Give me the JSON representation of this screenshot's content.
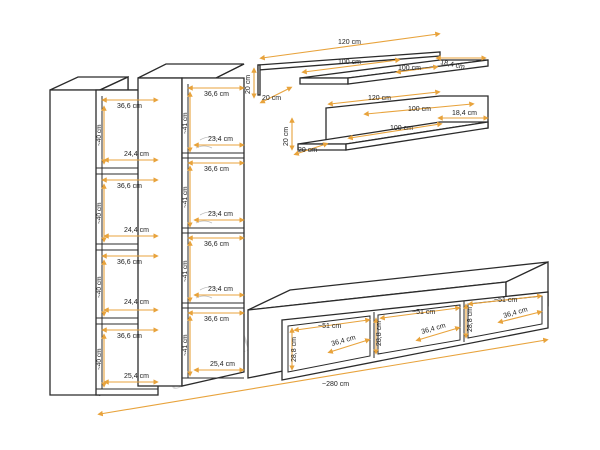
{
  "colors": {
    "dimension": "#e8a33c",
    "outline": "#2b2b2b",
    "watermark": "#d7d7d7"
  },
  "watermark": "gerbonkin.eu",
  "shelves": {
    "top": {
      "width_outer": "120 cm",
      "width_inner_left": "100 cm",
      "width_inner_right": "100 cm",
      "height": "20 cm",
      "depth_left": "20 cm",
      "depth_right": "18,4 cm"
    },
    "bottom": {
      "width_outer": "120 cm",
      "width_inner_top": "100 cm",
      "width_inner_bottom": "100 cm",
      "height": "20 cm",
      "depth_left": "20 cm",
      "depth_right": "18,4 cm"
    }
  },
  "left_cabinet": {
    "compartments": [
      {
        "width": "36,6 cm",
        "height": "~40 cm",
        "depth": "24,4 cm"
      },
      {
        "width": "36,6 cm",
        "height": "~40 cm",
        "depth": "24,4 cm"
      },
      {
        "width": "36,6 cm",
        "height": "~40 cm",
        "depth": "24,4 cm"
      },
      {
        "width": "36,6 cm",
        "height": "~40 cm",
        "depth": "25,4 cm"
      }
    ]
  },
  "right_cabinet": {
    "compartments": [
      {
        "width": "36,6 cm",
        "height": "~41 cm",
        "depth": "23,4 cm"
      },
      {
        "width": "36,6 cm",
        "height": "~41 cm",
        "depth": "23,4 cm"
      },
      {
        "width": "36,6 cm",
        "height": "~41 cm",
        "depth": "23,4 cm"
      },
      {
        "width": "36,6 cm",
        "height": "~41 cm",
        "depth": "25,4 cm"
      }
    ]
  },
  "tv_unit": {
    "height_left": "28,8 cm",
    "compartments": [
      {
        "width": "~51 cm",
        "depth": "36,4 cm",
        "height": "28,8 cm"
      },
      {
        "width": "~51 cm",
        "depth": "36,4 cm",
        "height": "28,8 cm"
      },
      {
        "width": "~51 cm",
        "depth": "36,4 cm"
      }
    ]
  },
  "total_width": "~280 cm"
}
